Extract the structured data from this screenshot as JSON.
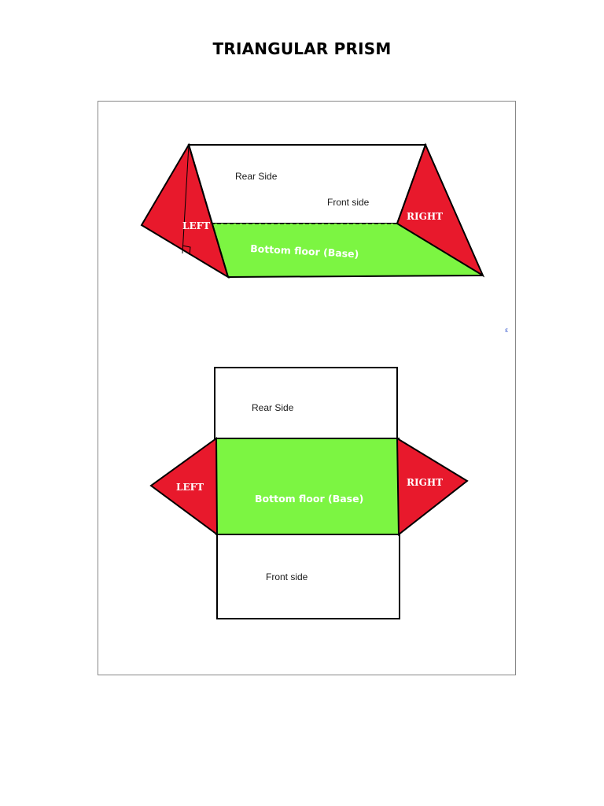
{
  "page": {
    "title": "TRIANGULAR PRISM"
  },
  "colors": {
    "face_red": "#e8192c",
    "base_green": "#7cf542",
    "outline": "#000000"
  },
  "prism_3d": {
    "rear_label": "Rear Side",
    "front_label": "Front side",
    "left_label": "LEFT",
    "right_label": "RIGHT",
    "base_label": "Bottom floor (Base)"
  },
  "prism_net": {
    "rear_label": "Rear Side",
    "front_label": "Front side",
    "left_label": "LEFT",
    "right_label": "RIGHT",
    "base_label": "Bottom floor (Base)"
  }
}
